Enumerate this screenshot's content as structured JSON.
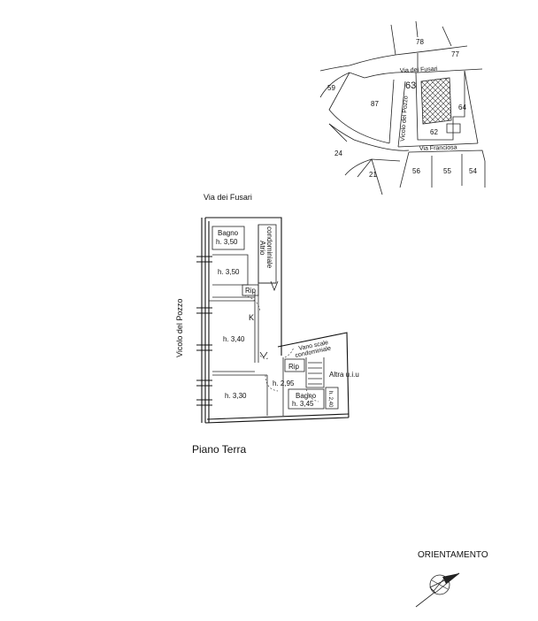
{
  "site_map": {
    "parcels": [
      "78",
      "77",
      "59",
      "87",
      "64",
      "62",
      "24",
      "21",
      "56",
      "55",
      "54"
    ],
    "target_parcel": "63",
    "streets": {
      "fusari": "Via dei Fusari",
      "pozzo": "Vicolo del Pozzo",
      "franciosa": "Via Franciosa"
    }
  },
  "plan": {
    "street_top": "Via dei Fusari",
    "street_left": "Vicolo del Pozzo",
    "rooms": {
      "bagno1": "Bagno",
      "bagno1_h": "h. 3,50",
      "atrio": "Atrio",
      "atrio2": "condominiale",
      "room1_h": "h. 3,50",
      "rip1": "Rip",
      "k": "K",
      "room2_h": "h. 3,40",
      "vano1": "Vano scale",
      "vano2": "condominiale",
      "rip2": "Rip",
      "altra": "Altra u.i.u",
      "room3_h": "h. 2,95",
      "room4_h": "h. 3,30",
      "bagno2": "Bagno",
      "bagno2_h": "h. 3,45",
      "small_h": "h. 2,40"
    },
    "title": "Piano Terra"
  },
  "orientation": {
    "label": "ORIENTAMENTO"
  }
}
